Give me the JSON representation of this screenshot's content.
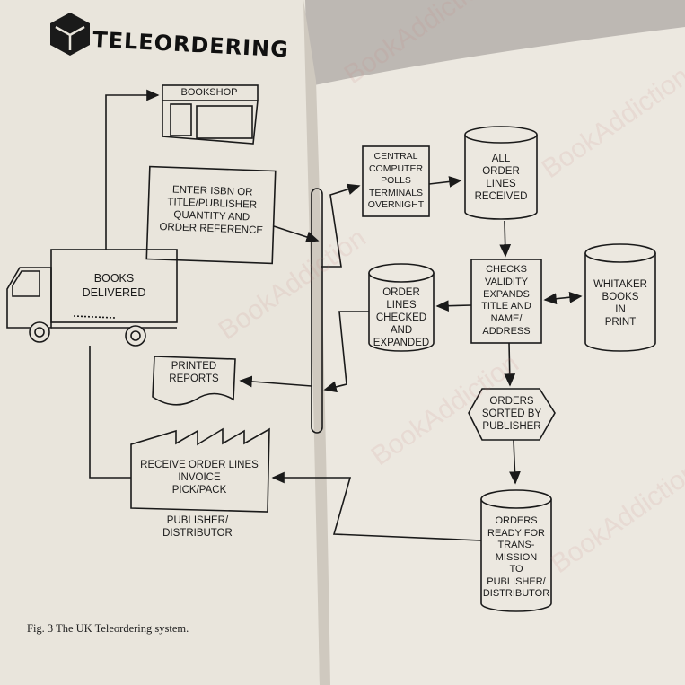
{
  "title": "TELEORDERING",
  "caption": "Fig. 3 The UK Teleordering system.",
  "watermark": "BookAddiction",
  "nodes": {
    "bookshop": "BOOKSHOP",
    "enter_isbn": "ENTER ISBN or\nTITLE/PUBLISHER\nQUANTITY and\nORDER REFERENCE",
    "books_delivered": "BOOKS\nDELIVERED",
    "printed_reports": "PRINTED\nREPORTS",
    "receive_order_lines": "RECEIVE ORDER LINES\nINVOICE\nPICK/PACK",
    "publisher_distributor": "PUBLISHER/\nDISTRIBUTOR",
    "central_computer": "CENTRAL\nCOMPUTER\nPOLLS\nTERMINALS\nOVERNIGHT",
    "all_order_lines": "ALL\nORDER\nLINES\nRECEIVED",
    "order_lines_checked": "ORDER\nLINES\nCHECKED\nAND\nEXPANDED",
    "checks_validity": "CHECKS\nVALIDITY\nEXPANDS\nTITLE AND\nNAME/\nADDRESS",
    "whitaker": "WHITAKER\nBOOKS\nIN\nPRINT",
    "orders_sorted": "ORDERS\nSORTED BY\nPUBLISHER",
    "orders_ready": "ORDERS\nREADY FOR\nTRANS-\nMISSION\nTO\nPUBLISHER/\nDISTRIBUTOR"
  },
  "colors": {
    "paper_left": "#e9e5dc",
    "paper_right": "#ece8e0",
    "ink": "#1a1a1a"
  }
}
